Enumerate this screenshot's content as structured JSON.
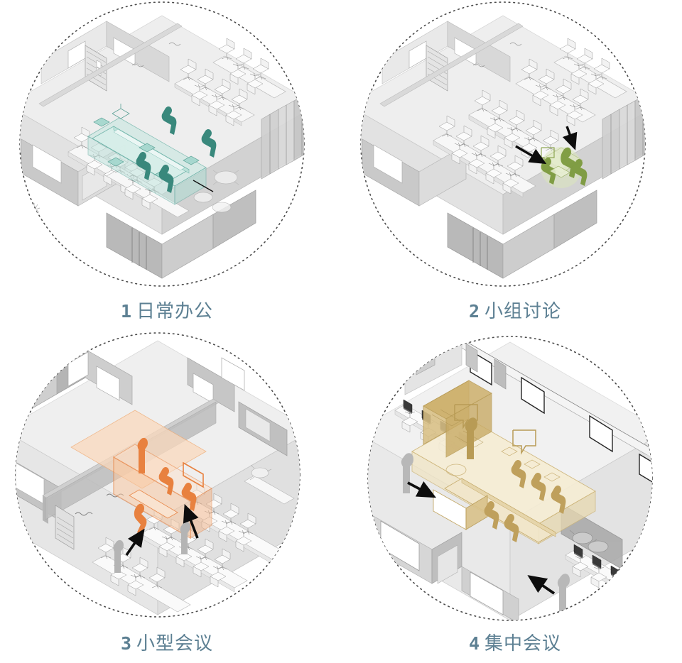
{
  "page": {
    "title": "办公空间使用场景分析图",
    "background": "#ffffff",
    "label_color": "#5d8093",
    "circle_border_color": "#4a4a4a",
    "circle_border_style": "dotted"
  },
  "panels": [
    {
      "id": "panel-1",
      "number": "1",
      "label": "日常办公",
      "highlight_color": "#2e8578",
      "highlight_fill": "#bfe3dc",
      "highlight_fill_light": "#d9ece8",
      "scene": "isometric open office floor plan with a long shared bench desk highlighted in teal, four seated figures working at the bench, surrounding rows of workstations, partition walls and storage shelving",
      "arrows": 0,
      "figures": 4,
      "desk_rows": 4
    },
    {
      "id": "panel-2",
      "number": "2",
      "label": "小组讨论",
      "highlight_color": "#6e8f3a",
      "highlight_fill": "#d6e0b4",
      "highlight_fill_light": "#e6edd0",
      "scene": "isometric open office floor plan with a small informal huddle zone highlighted in olive green at the edge of the workstation rows, three figures gathered around a small table with a speech bubble, two black arrows converging on the huddle area",
      "arrows": 2,
      "figures": 3,
      "desk_rows": 4
    },
    {
      "id": "panel-3",
      "number": "3",
      "label": "小型会议",
      "highlight_color": "#e8813f",
      "highlight_fill": "#f7c9a6",
      "highlight_fill_light": "#fbe2cf",
      "scene": "isometric office plan with an enclosed small meeting room highlighted in orange, four figures inside around a small table with a display panel, two black arrows pointing from the open-plan desks into the room",
      "arrows": 2,
      "figures": 4,
      "desk_rows": 3
    },
    {
      "id": "panel-4",
      "number": "4",
      "label": "集中会议",
      "highlight_color": "#b08f42",
      "highlight_fill": "#e6d5a8",
      "highlight_fill_light": "#f4ecd5",
      "scene": "isometric office plan with a large central conference room highlighted in tan, a long boardroom table with six seated figures and one standing presenter, two speech bubbles, two black arrows entering from corridors on both sides",
      "arrows": 2,
      "figures": 7,
      "desk_rows": 2
    }
  ]
}
